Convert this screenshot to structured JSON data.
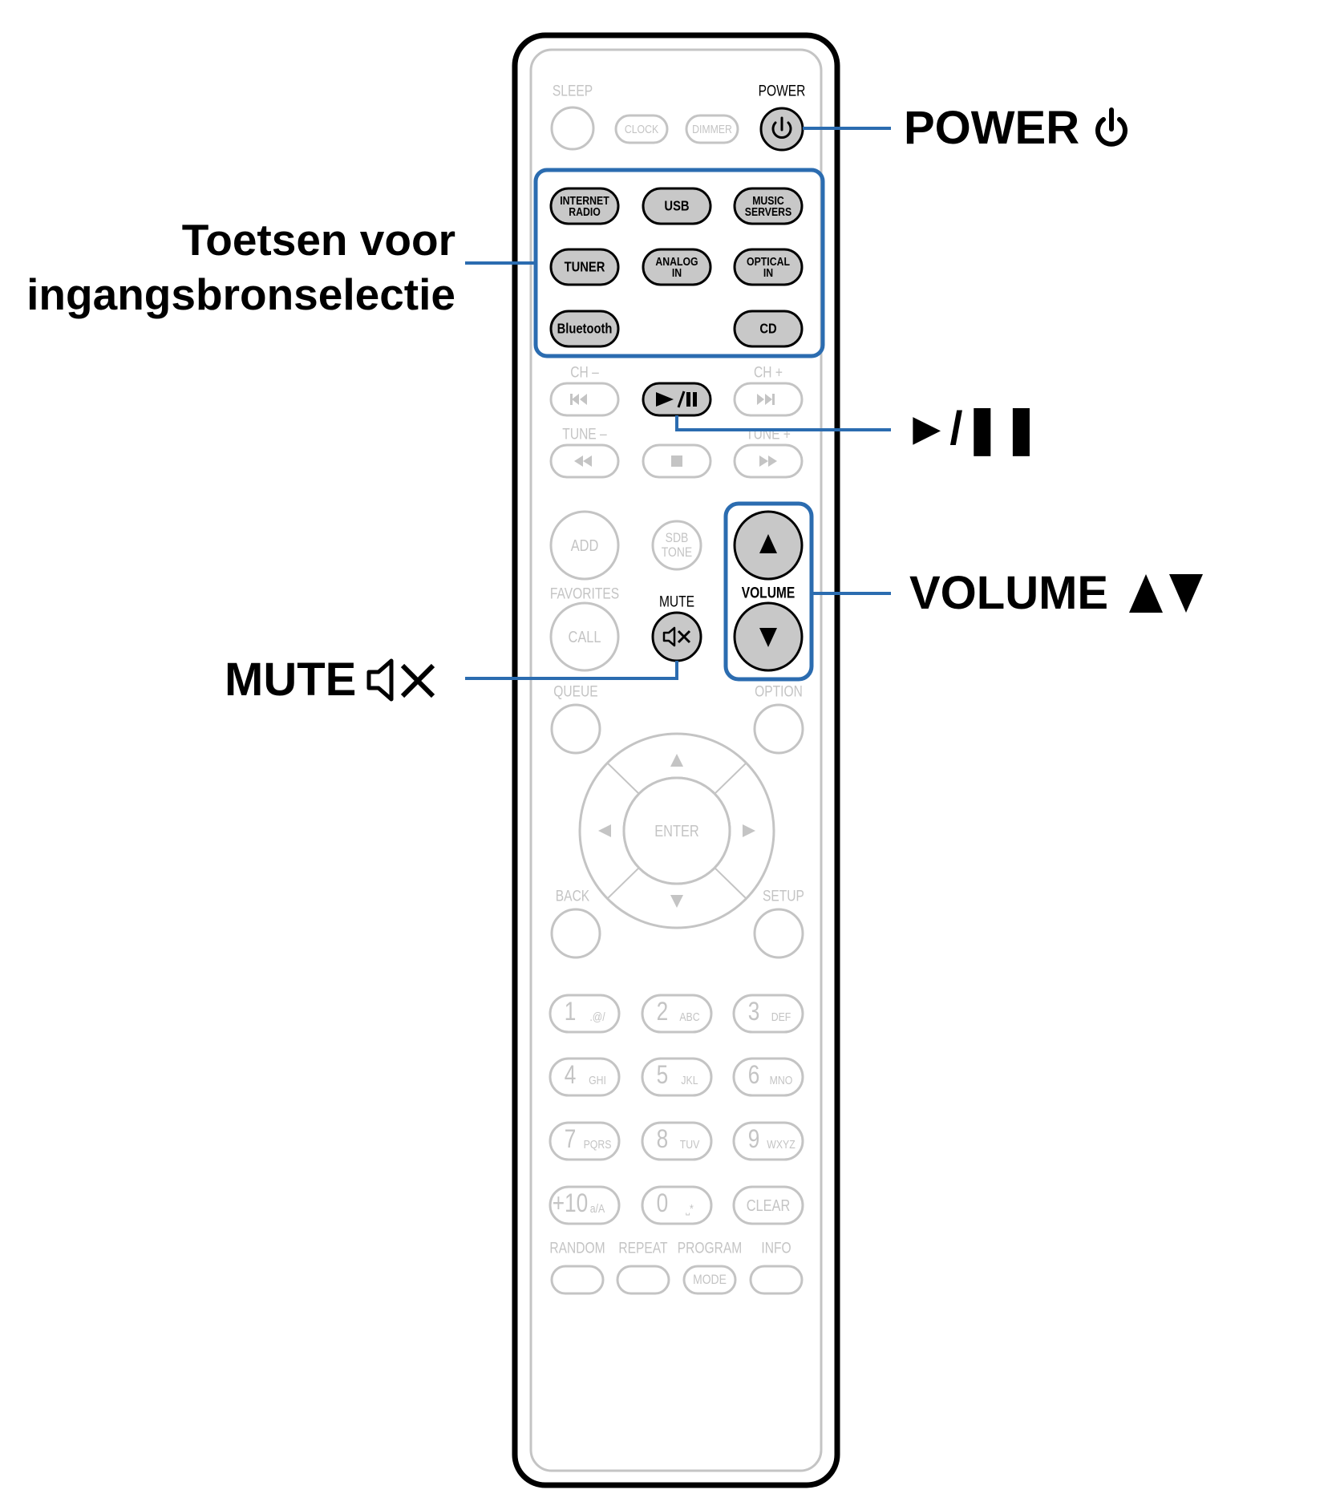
{
  "labels": {
    "power": "POWER",
    "input_line1": "Toetsen voor",
    "input_line2": "ingangsbronselectie",
    "play_pause": "►/❚❚",
    "volume": "VOLUME",
    "mute": "MUTE"
  },
  "remote": {
    "sleep": "SLEEP",
    "power": "POWER",
    "clock": "CLOCK",
    "dimmer": "DIMMER",
    "internet_radio": [
      "INTERNET",
      "RADIO"
    ],
    "usb": "USB",
    "music_servers": [
      "MUSIC",
      "SERVERS"
    ],
    "tuner": "TUNER",
    "analog_in": [
      "ANALOG",
      "IN"
    ],
    "optical_in": [
      "OPTICAL",
      "IN"
    ],
    "bluetooth": "Bluetooth",
    "cd": "CD",
    "ch_minus": "CH –",
    "ch_plus": "CH +",
    "tune_minus": "TUNE –",
    "tune_plus": "TUNE +",
    "add": "ADD",
    "sdb_tone": [
      "SDB",
      "TONE"
    ],
    "volume": "VOLUME",
    "favorites": "FAVORITES",
    "call": "CALL",
    "mute": "MUTE",
    "queue": "QUEUE",
    "option": "OPTION",
    "enter": "ENTER",
    "back": "BACK",
    "setup": "SETUP",
    "numpad": [
      {
        "num": "1",
        "sub": ".@/"
      },
      {
        "num": "2",
        "sub": "ABC"
      },
      {
        "num": "3",
        "sub": "DEF"
      },
      {
        "num": "4",
        "sub": "GHI"
      },
      {
        "num": "5",
        "sub": "JKL"
      },
      {
        "num": "6",
        "sub": "MNO"
      },
      {
        "num": "7",
        "sub": "PQRS"
      },
      {
        "num": "8",
        "sub": "TUV"
      },
      {
        "num": "9",
        "sub": "WXYZ"
      },
      {
        "num": "+10",
        "sub": "a/A"
      },
      {
        "num": "0",
        "sub": "⎵*"
      },
      {
        "num": "CLEAR",
        "sub": ""
      }
    ],
    "random": "RANDOM",
    "repeat": "REPEAT",
    "program": "PROGRAM",
    "mode": "MODE",
    "info": "INFO"
  },
  "colors": {
    "highlight": "#2b6cb0",
    "active_button_fill": "#c8c8c8",
    "inactive": "#c4c4c4",
    "outline": "#000000"
  }
}
